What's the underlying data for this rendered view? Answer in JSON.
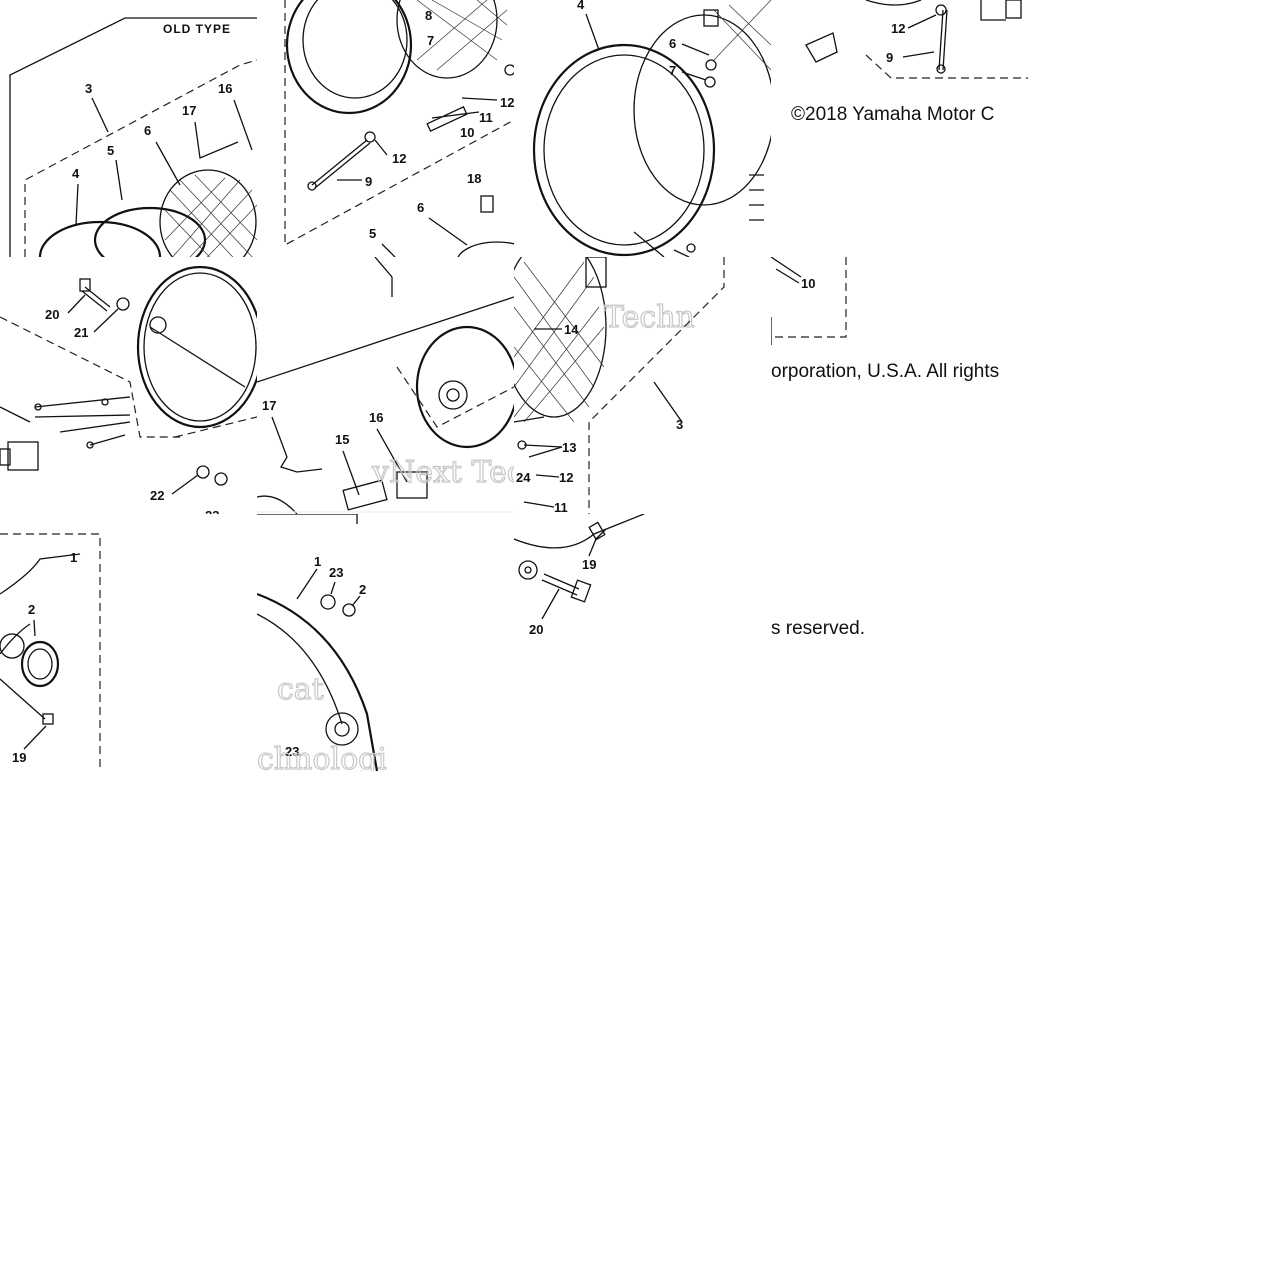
{
  "diagram": {
    "old_type_label": "OLD TYPE",
    "callouts": {
      "t00": [
        "3",
        "16",
        "17",
        "5",
        "6",
        "4"
      ],
      "t01": [
        "8",
        "7",
        "12",
        "11",
        "10",
        "12",
        "9",
        "18",
        "6",
        "5"
      ],
      "t02": [
        "4",
        "6",
        "7"
      ],
      "t03": [
        "12",
        "9"
      ],
      "t10": [
        "20",
        "21",
        "14",
        "13"
      ],
      "t11": [
        "17",
        "16",
        "15"
      ],
      "t12": [
        "14",
        "13",
        "24",
        "12",
        "11",
        "3"
      ],
      "t13": [
        "10",
        "21"
      ],
      "t20": [
        "1",
        "2",
        "19"
      ],
      "t21": [
        "1",
        "23",
        "2",
        "23"
      ],
      "t22": [
        "19",
        "20"
      ],
      "t10b": [
        "22",
        "23"
      ]
    },
    "watermarks": [
      "vNext Technologies",
      "Techn",
      "Te",
      "cat",
      "chnologi"
    ]
  },
  "copyright": {
    "line1": "©2018 Yamaha Motor C",
    "line2": "orporation, U.S.A. All rights",
    "line3": "s reserved."
  }
}
